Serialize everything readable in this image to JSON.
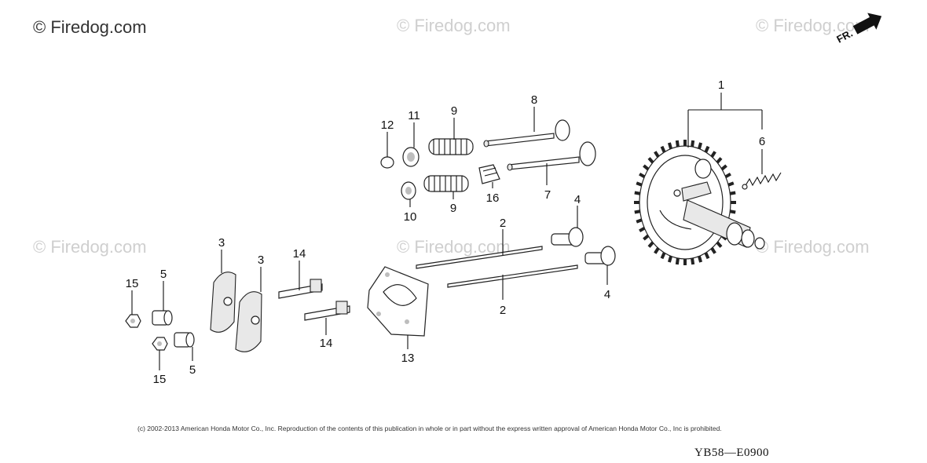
{
  "watermarks": {
    "main": "© Firedog.com",
    "faded": "© Firedog.com"
  },
  "direction_label": "FR.",
  "callouts": {
    "c1": "1",
    "c2a": "2",
    "c2b": "2",
    "c3a": "3",
    "c3b": "3",
    "c4a": "4",
    "c4b": "4",
    "c5a": "5",
    "c5b": "5",
    "c6": "6",
    "c7": "7",
    "c8": "8",
    "c9a": "9",
    "c9b": "9",
    "c10": "10",
    "c11": "11",
    "c12": "12",
    "c13": "13",
    "c14a": "14",
    "c14b": "14",
    "c15a": "15",
    "c15b": "15",
    "c16": "16"
  },
  "copyright": "(c) 2002-2013 American Honda Motor Co., Inc. Reproduction of the contents of this publication in whole or in part without the express written approval of American Honda Motor Co., Inc is prohibited.",
  "diagram_code": "YB58—E0900"
}
